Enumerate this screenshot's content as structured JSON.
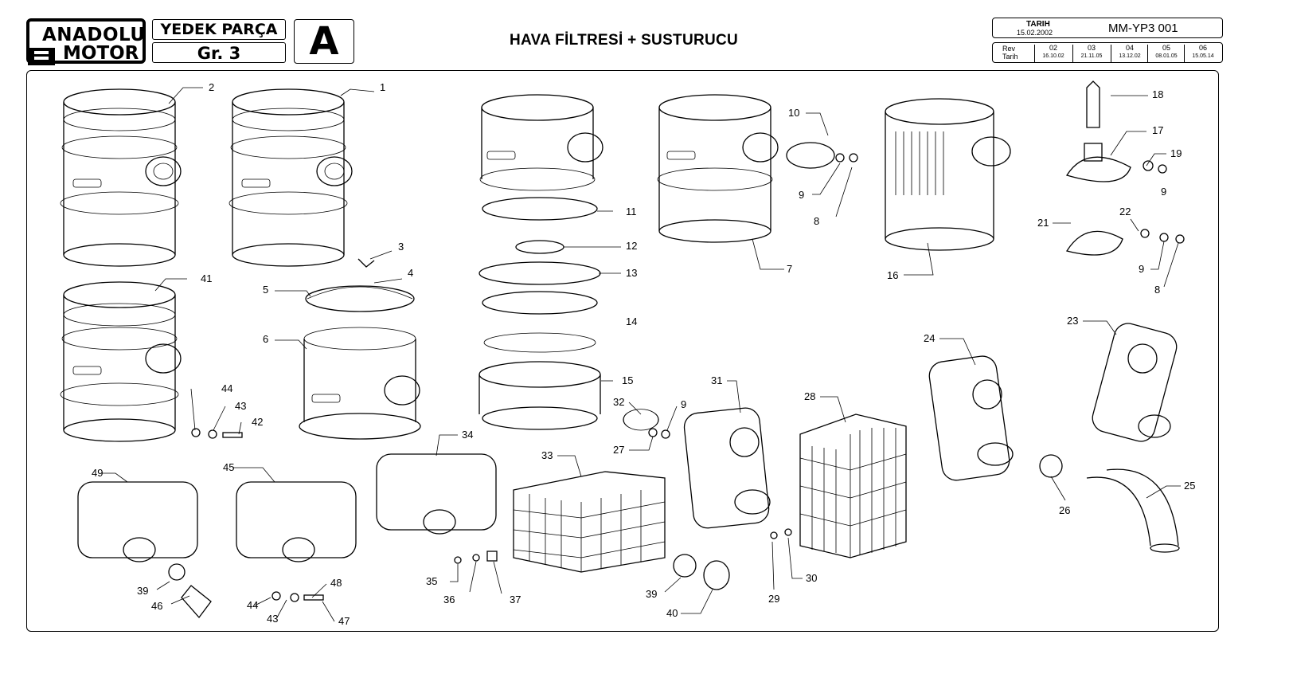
{
  "header": {
    "logo_line1": "ANADOLU",
    "logo_line2": "MOTOR",
    "section_label": "YEDEK PARÇA",
    "group_label": "Gr. 3",
    "group_code": "A",
    "title": "HAVA FİLTRESİ + SUSTURUCU",
    "date_label": "TARIH",
    "date_value": "15.02.2002",
    "doc_code": "MM-YP3 001",
    "rev_label": "Rev",
    "rev_date_label": "Tarih",
    "revisions": [
      {
        "rev": "02",
        "date": "16.10.02"
      },
      {
        "rev": "03",
        "date": "21.11.05"
      },
      {
        "rev": "04",
        "date": "13.12.02"
      },
      {
        "rev": "05",
        "date": "08.01.05"
      },
      {
        "rev": "06",
        "date": "15.05.14"
      }
    ]
  },
  "callouts": [
    "1",
    "2",
    "3",
    "4",
    "5",
    "6",
    "7",
    "8",
    "8",
    "9",
    "9",
    "9",
    "9",
    "10",
    "11",
    "12",
    "13",
    "14",
    "15",
    "16",
    "17",
    "18",
    "19",
    "21",
    "22",
    "23",
    "24",
    "25",
    "26",
    "27",
    "28",
    "29",
    "30",
    "31",
    "32",
    "33",
    "34",
    "35",
    "36",
    "37",
    "39",
    "39",
    "40",
    "41",
    "42",
    "43",
    "43",
    "44",
    "44",
    "45",
    "46",
    "47",
    "48",
    "49"
  ]
}
